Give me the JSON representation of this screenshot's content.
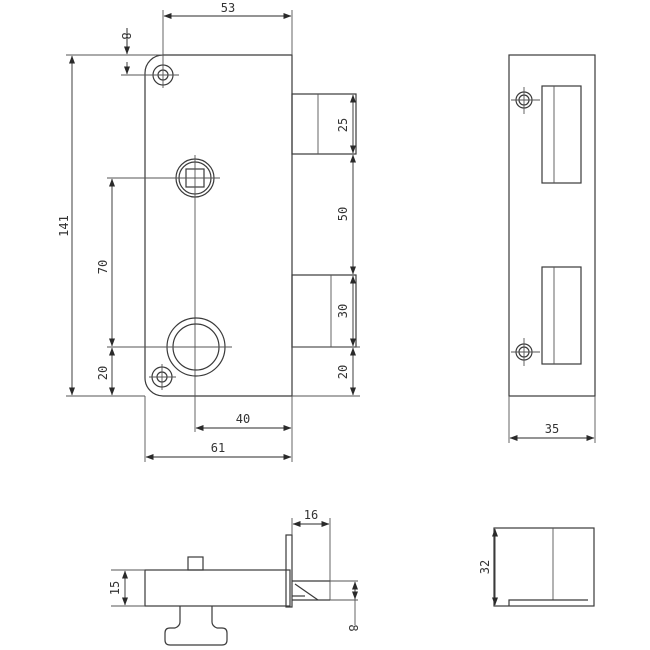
{
  "drawing": {
    "title": "Lock body technical drawing",
    "views": [
      "front-view",
      "strike-plate-view",
      "side-view",
      "strike-plate-side-view"
    ]
  },
  "front_view": {
    "dimensions": {
      "width_top": "53",
      "corner_hole_offset": "8",
      "total_height": "141",
      "spindle_to_keyhole": "70",
      "keyhole_to_bottom": "20",
      "backset": "40",
      "total_width": "61"
    }
  },
  "bolt_side": {
    "dimensions": {
      "latch_height": "25",
      "latch_to_bolt_gap": "50",
      "bolt_height": "30",
      "bolt_to_bottom": "20"
    }
  },
  "strike_plate": {
    "dimensions": {
      "width": "35"
    }
  },
  "side_view": {
    "dimensions": {
      "latch_projection": "16",
      "body_thickness": "15",
      "bolt_thickness": "8"
    }
  },
  "strike_side_view": {
    "dimensions": {
      "height": "32"
    }
  },
  "colors": {
    "line": "#3a3a3a",
    "background": "#ffffff"
  }
}
